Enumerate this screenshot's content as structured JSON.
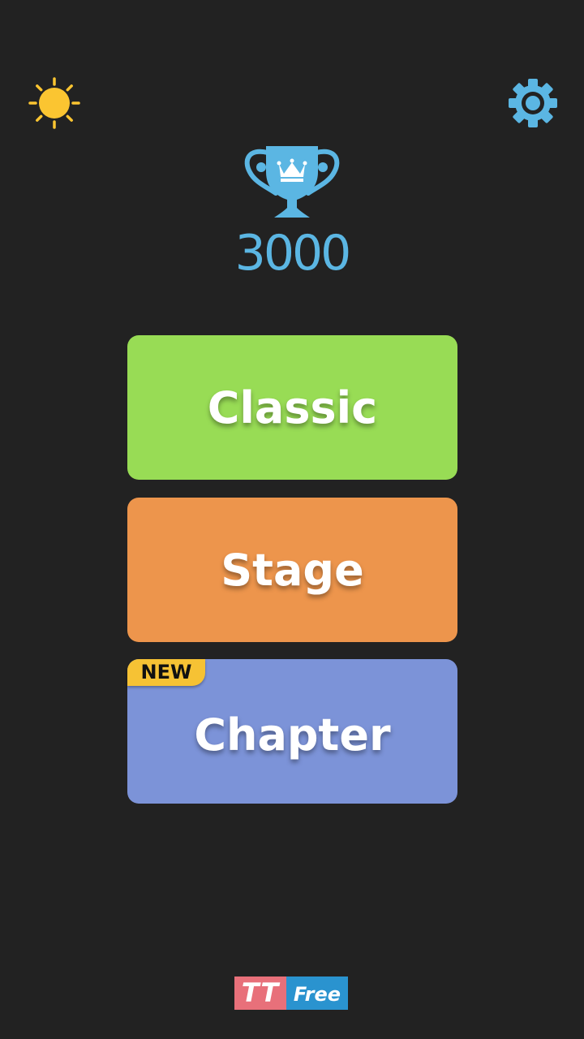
{
  "icons": {
    "theme": "sun-icon",
    "settings": "gear-icon",
    "trophy": "trophy-icon"
  },
  "score": "3000",
  "modes": {
    "classic": "Classic",
    "stage": "Stage",
    "chapter": "Chapter",
    "chapter_badge": "NEW"
  },
  "brand": {
    "left": "TT",
    "right": "Free"
  },
  "colors": {
    "background": "#222222",
    "classic": "#98dc55",
    "stage": "#ed954c",
    "chapter": "#7c93d8",
    "badge": "#f6c234",
    "accent_blue": "#5bb6e3",
    "sun": "#fbc531",
    "brand_left": "#e8707a",
    "brand_right": "#2a93cf"
  }
}
